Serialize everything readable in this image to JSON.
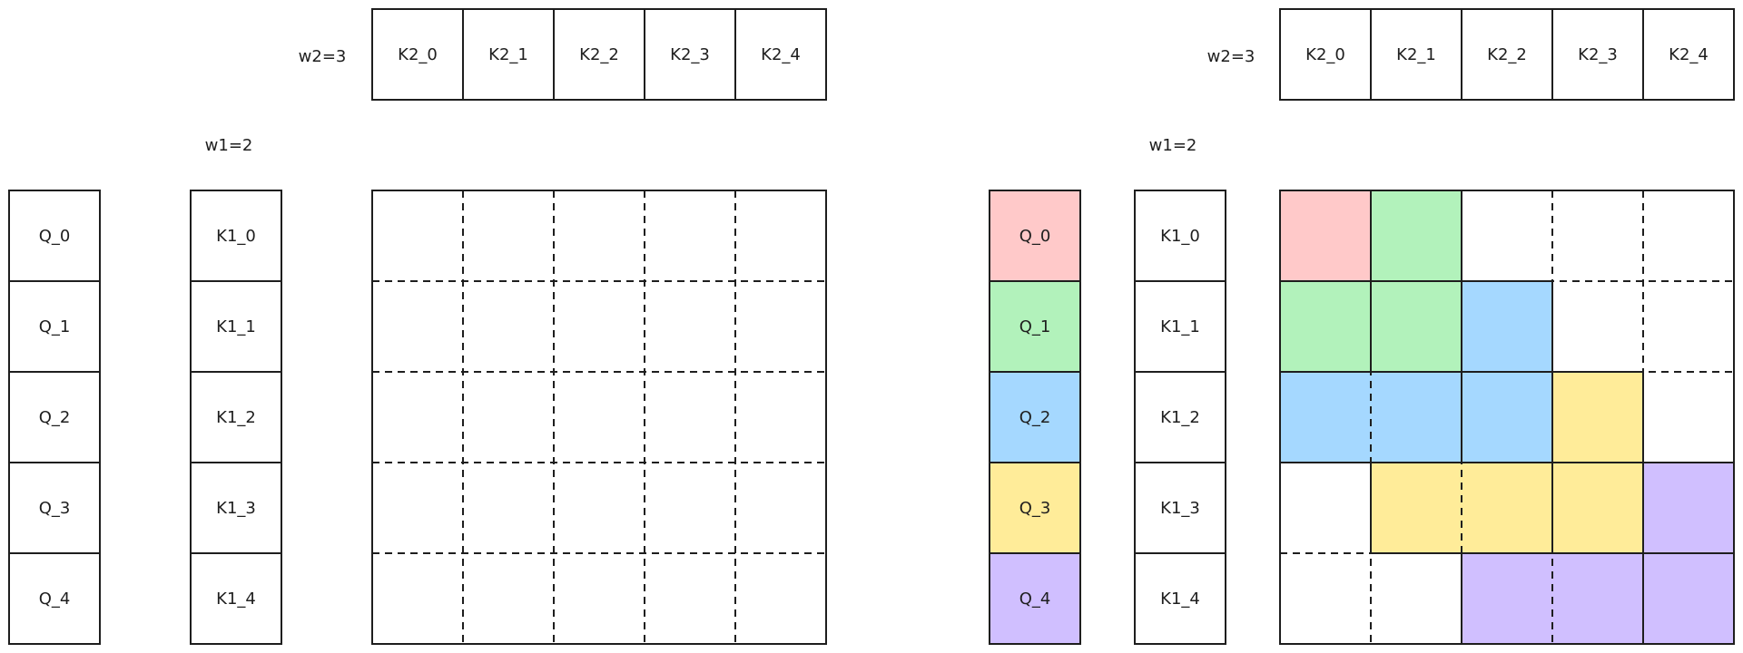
{
  "colors": {
    "stroke": "#1e1e1e",
    "band": [
      "#ffc9c9",
      "#b2f2bb",
      "#a5d8ff",
      "#ffec99",
      "#d0bfff"
    ]
  },
  "panels": [
    {
      "w2_label": "w2=3",
      "w1_label": "w1=2",
      "k2": [
        "K2_0",
        "K2_1",
        "K2_2",
        "K2_3",
        "K2_4"
      ],
      "q": [
        "Q_0",
        "Q_1",
        "Q_2",
        "Q_3",
        "Q_4"
      ],
      "k1": [
        "K1_0",
        "K1_1",
        "K1_2",
        "K1_3",
        "K1_4"
      ],
      "colored": false
    },
    {
      "w2_label": "w2=3",
      "w1_label": "w1=2",
      "k2": [
        "K2_0",
        "K2_1",
        "K2_2",
        "K2_3",
        "K2_4"
      ],
      "q": [
        "Q_0",
        "Q_1",
        "Q_2",
        "Q_3",
        "Q_4"
      ],
      "k1": [
        "K1_0",
        "K1_1",
        "K1_2",
        "K1_3",
        "K1_4"
      ],
      "colored": true
    }
  ]
}
